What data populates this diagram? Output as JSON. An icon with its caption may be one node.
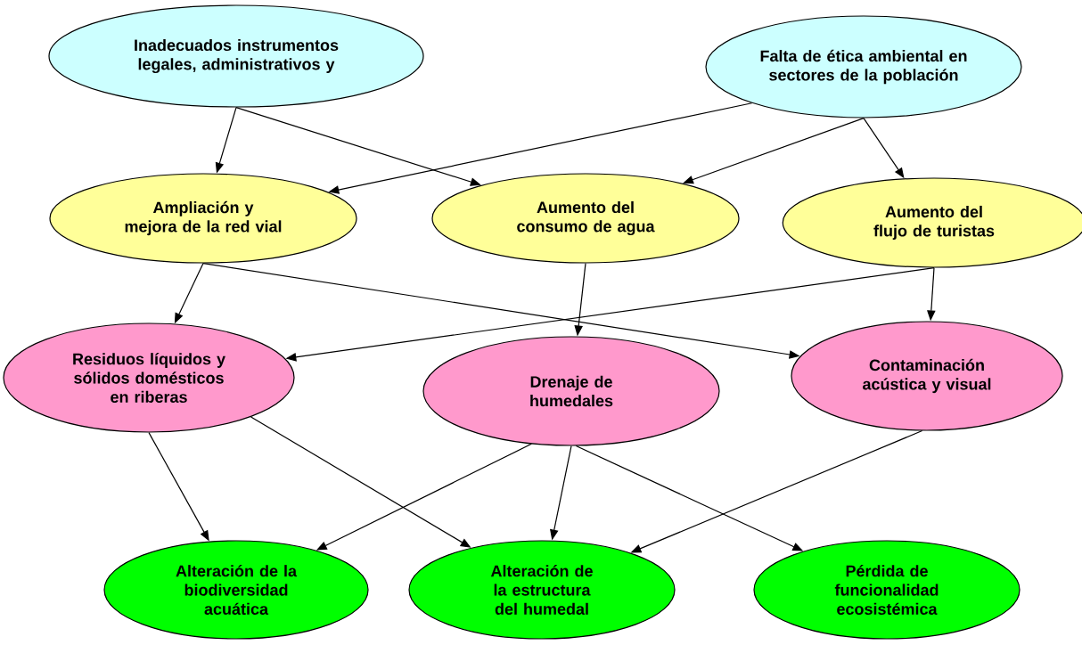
{
  "diagram": {
    "nodes": [
      {
        "text": [
          "Inadecuados instrumentos legales, administrativos y"
        ]
      },
      {
        "text": [
          "Falta de ética ambiental en sectores de la población"
        ]
      },
      {
        "text": [
          "Ampliación y mejora de la red vial"
        ]
      },
      {
        "text": [
          "Aumento del consumo de agua"
        ]
      },
      {
        "text": [
          "Aumento del flujo de turistas"
        ]
      },
      {
        "text": [
          "Residuos líquidos y sólidos domésticos en riberas"
        ]
      },
      {
        "text": [
          "Drenaje de humedales"
        ]
      },
      {
        "text": [
          "Contaminación acústica y visual"
        ]
      },
      {
        "text": [
          "Alteración de la biodiversidad acuática"
        ]
      },
      {
        "text": [
          "Alteración de la estructura del humedal"
        ]
      },
      {
        "text": [
          "Pérdida de funcionalidad ecosistémica"
        ]
      }
    ],
    "edges": [
      {
        "from": 0,
        "to": 2,
        "arrow": "to"
      },
      {
        "from": 0,
        "to": 3,
        "arrow": "to"
      },
      {
        "from": 1,
        "to": 2,
        "arrow": "to"
      },
      {
        "from": 1,
        "to": 3,
        "arrow": "to"
      },
      {
        "from": 1,
        "to": 4,
        "arrow": "to"
      },
      {
        "from": 2,
        "to": 5,
        "arrow": "to"
      },
      {
        "from": 2,
        "to": 7,
        "arrow": "to"
      },
      {
        "from": 3,
        "to": 6,
        "arrow": "to"
      },
      {
        "from": 4,
        "to": 5,
        "arrow": "to"
      },
      {
        "from": 4,
        "to": 7,
        "arrow": "to"
      },
      {
        "from": 5,
        "to": 8,
        "arrow": "to"
      },
      {
        "from": 5,
        "to": 9,
        "arrow": "to"
      },
      {
        "from": 6,
        "to": 8,
        "arrow": "to"
      },
      {
        "from": 6,
        "to": 9,
        "arrow": "to"
      },
      {
        "from": 6,
        "to": 10,
        "arrow": "to"
      },
      {
        "from": 7,
        "to": 9,
        "arrow": "to"
      }
    ]
  }
}
